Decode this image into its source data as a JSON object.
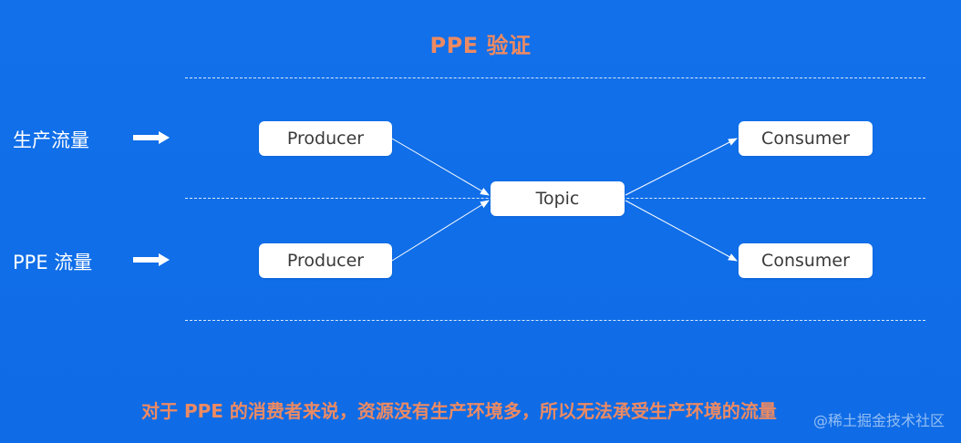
{
  "title": "PPE 验证",
  "lanes": {
    "production_label": "生产流量",
    "ppe_label": "PPE 流量"
  },
  "nodes": {
    "producer_top": "Producer",
    "producer_bottom": "Producer",
    "topic": "Topic",
    "consumer_top": "Consumer",
    "consumer_bottom": "Consumer"
  },
  "caption": "对于 PPE 的消费者来说，资源没有生产环境多，所以无法承受生产环境的流量",
  "watermark": "@稀土掘金技术社区",
  "colors": {
    "background": "#106ee8",
    "accent": "#ec8a63",
    "node_fill": "#ffffff"
  }
}
